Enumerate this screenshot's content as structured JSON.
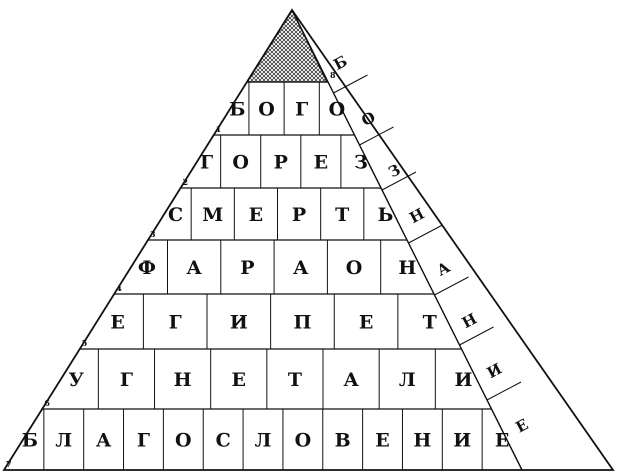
{
  "rows": [
    {
      "number": "1",
      "letters": [
        "Б",
        "О",
        "Г",
        "О"
      ]
    },
    {
      "number": "2",
      "letters": [
        "Г",
        "О",
        "Р",
        "Е",
        "З"
      ]
    },
    {
      "number": "3",
      "letters": [
        "С",
        "М",
        "Е",
        "Р",
        "Т",
        "Ь"
      ]
    },
    {
      "number": "4",
      "letters": [
        "Ф",
        "А",
        "Р",
        "А",
        "О",
        "Н"
      ]
    },
    {
      "number": "5",
      "letters": [
        "Е",
        "Г",
        "И",
        "П",
        "Е",
        "Т"
      ]
    },
    {
      "number": "6",
      "letters": [
        "У",
        "Г",
        "Н",
        "Е",
        "Т",
        "А",
        "Л",
        "И"
      ]
    },
    {
      "number": "7",
      "letters": [
        "Б",
        "Л",
        "А",
        "Г",
        "О",
        "С",
        "Л",
        "О",
        "В",
        "Е",
        "Н",
        "И",
        "Е"
      ]
    }
  ],
  "side": {
    "number": "8",
    "letters": [
      "Б",
      "О",
      "З",
      "Н",
      "А",
      "Н",
      "И",
      "Е"
    ]
  }
}
